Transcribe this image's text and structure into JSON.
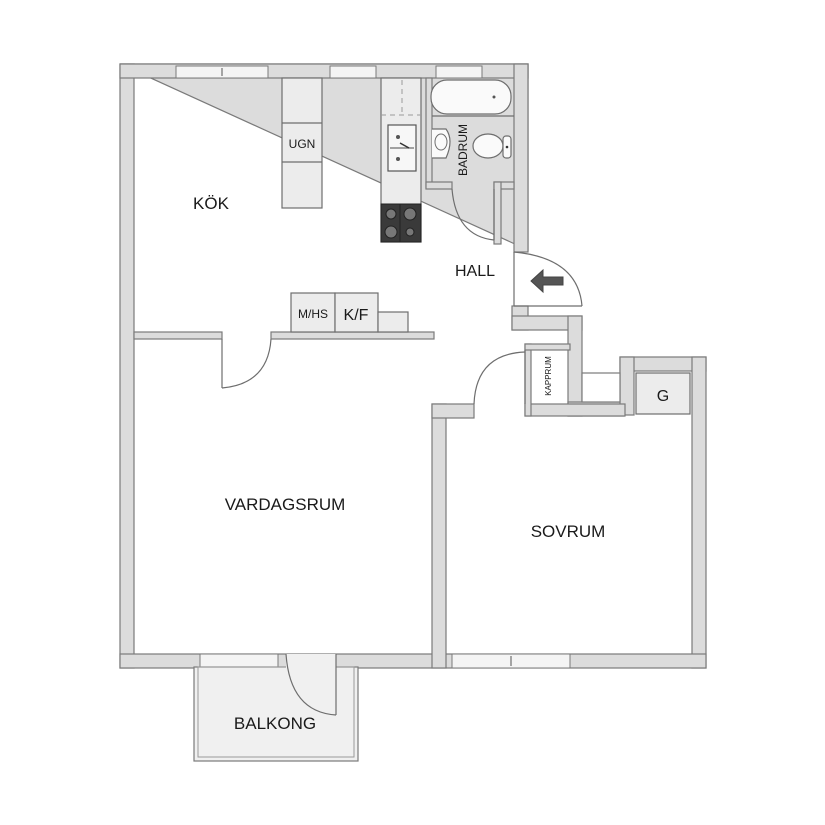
{
  "floorplan": {
    "rooms": {
      "kitchen": "KÖK",
      "hall": "HALL",
      "bathroom": "BADRUM",
      "living_room": "VARDAGSRUM",
      "bedroom": "SOVRUM",
      "balcony": "BALKONG",
      "closet": "KAPPRUM"
    },
    "fixtures": {
      "oven": "UGN",
      "washer_dryer": "M/HS",
      "fridge_freezer": "K/F",
      "wardrobe": "G"
    },
    "entrance_arrow": "entrance-arrow",
    "colors": {
      "wall": "#dcdcdc",
      "wall_outline": "#7a7a7a",
      "stove": "#3a3a3a",
      "fixture": "#ececec"
    }
  }
}
